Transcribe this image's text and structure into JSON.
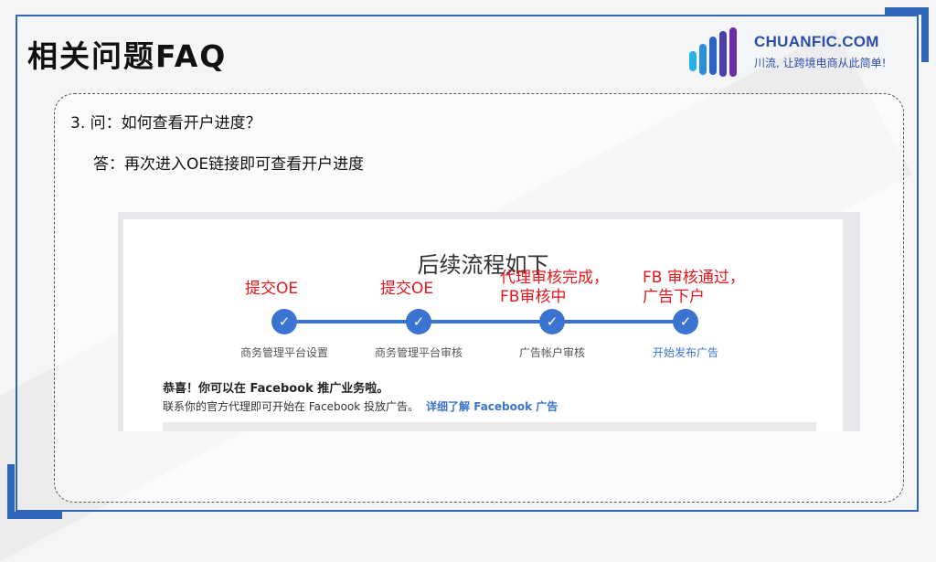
{
  "slide": {
    "title": "相关问题FAQ",
    "logo": {
      "name": "CHUANFIC.COM",
      "slogan": "川流, 让跨境电商从此简单!"
    }
  },
  "faq": {
    "question": "3. 问：如何查看开户进度？",
    "answer": "答：再次进入OE链接即可查看开户进度"
  },
  "screenshot": {
    "flow_title": "后续流程如下",
    "steps": [
      {
        "label": "商务管理平台设置",
        "note_line1": "提交OE",
        "note_line2": ""
      },
      {
        "label": "商务管理平台审核",
        "note_line1": "提交OE",
        "note_line2": ""
      },
      {
        "label": "广告帐户审核",
        "note_line1": "代理审核完成，",
        "note_line2": "FB审核中"
      },
      {
        "label": "开始发布广告",
        "note_line1": "FB 审核通过，",
        "note_line2": "广告下户"
      }
    ],
    "check_glyph": "✓",
    "congrats_title": "恭喜！你可以在 Facebook 推广业务啦。",
    "congrats_body": "联系你的官方代理即可开始在 Facebook 投放广告。",
    "congrats_link": "详细了解 Facebook 广告"
  },
  "colors": {
    "frame_blue": "#2f67b8",
    "step_blue": "#3b74d0",
    "note_red": "#e4161c",
    "logo_blue": "#2c4eab"
  }
}
